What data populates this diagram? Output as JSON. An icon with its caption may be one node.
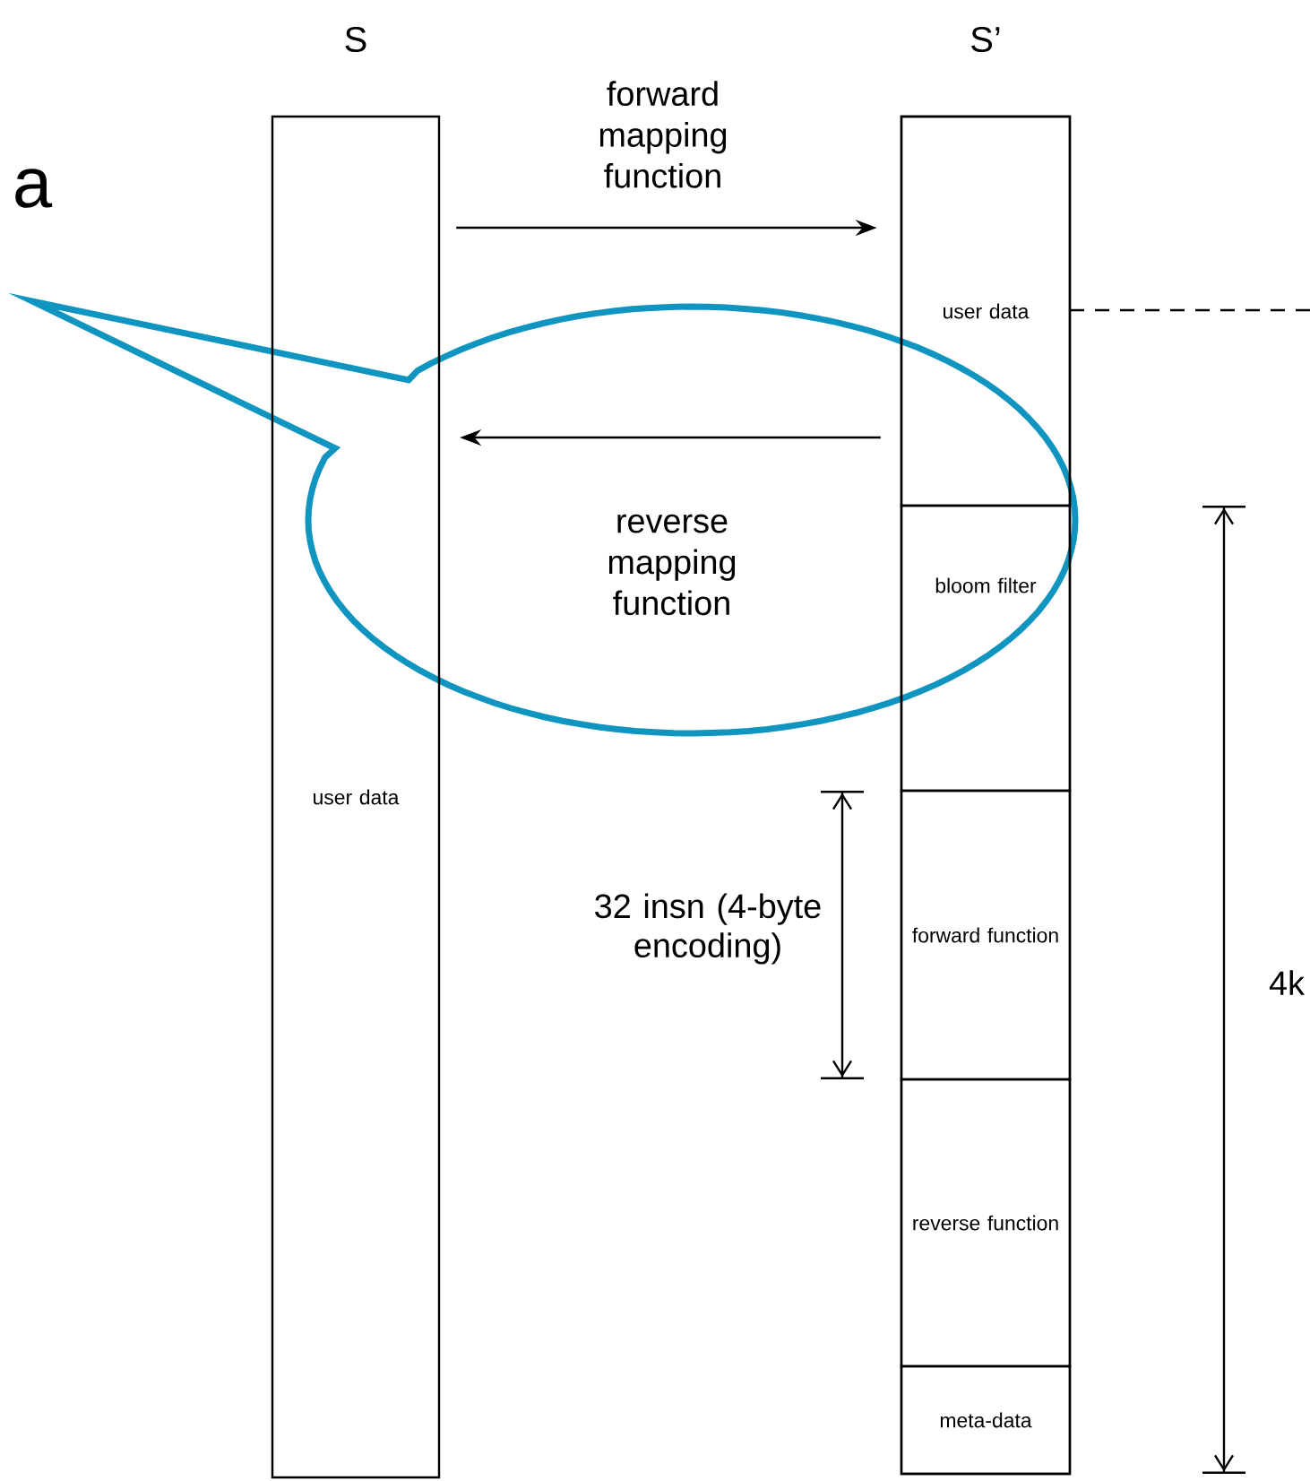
{
  "diagram": {
    "nodes": [
      {
        "text": [
          "S",
          "user data"
        ]
      },
      {
        "text": [
          "S’"
        ]
      },
      {
        "text": [
          "user data"
        ],
        "in": 1
      },
      {
        "text": [
          "bloom filter"
        ],
        "in": 1
      },
      {
        "text": [
          "forward function"
        ],
        "in": 1
      },
      {
        "text": [
          "reverse function"
        ],
        "in": 1
      },
      {
        "text": [
          "meta-data"
        ],
        "in": 1
      }
    ],
    "edges": [
      {
        "from": 0,
        "to": 2,
        "arrow": "to",
        "label": "forward mapping function"
      },
      {
        "from": 2,
        "to": 0,
        "arrow": "to",
        "label": "reverse mapping function"
      }
    ],
    "labels": [
      "a",
      "32 insn (4-byte encoding)",
      "4k"
    ]
  }
}
